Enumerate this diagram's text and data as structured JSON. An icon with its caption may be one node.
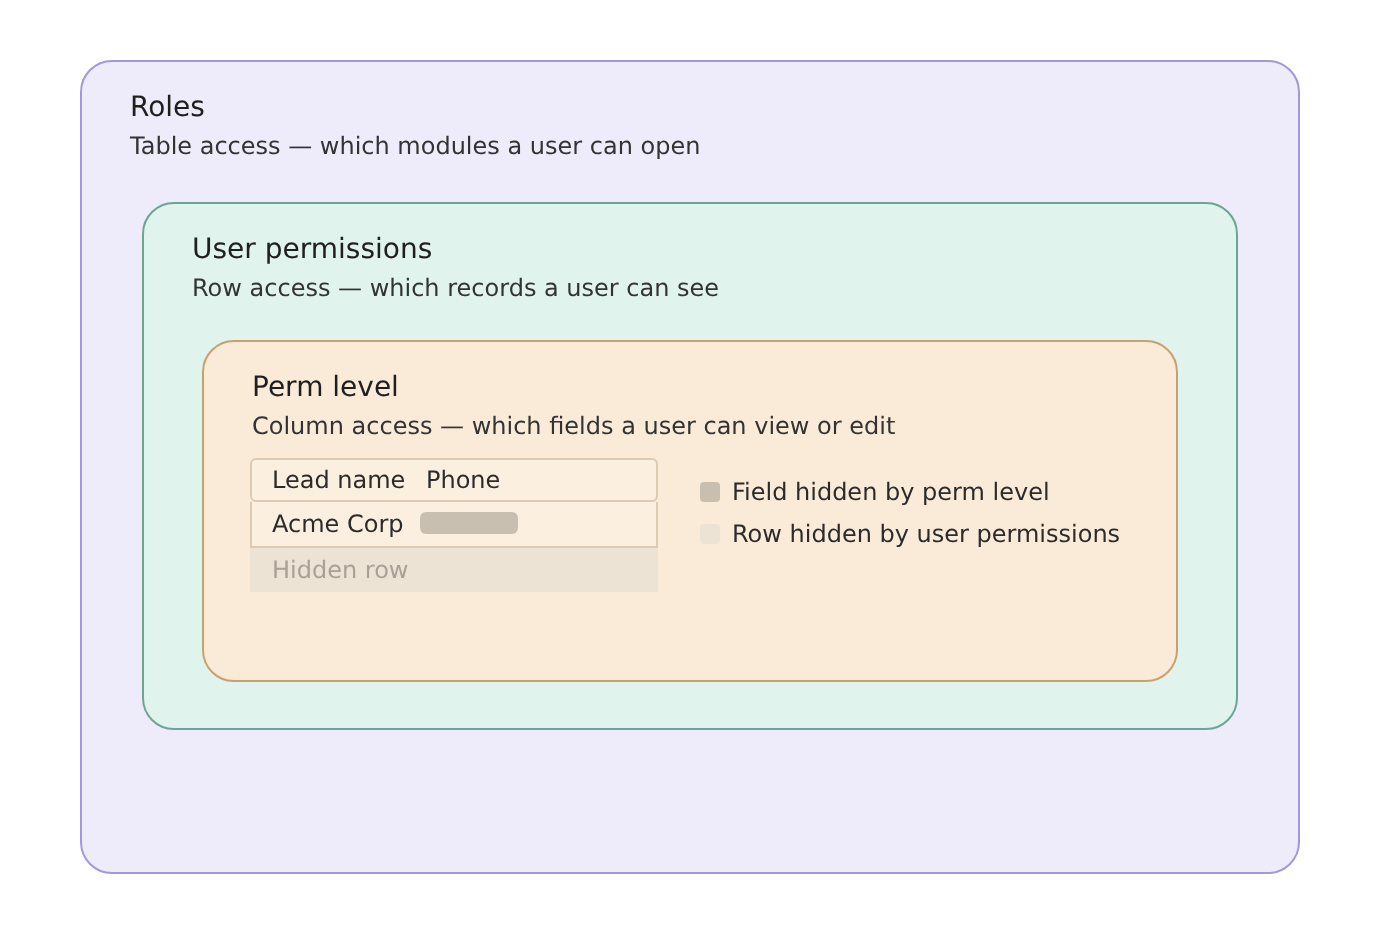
{
  "diagram": {
    "nodes": [
      {
        "text": [
          "Roles",
          "Table access — which modules a user can open"
        ]
      },
      {
        "text": [
          "User permissions",
          "Row access — which records a user can see"
        ],
        "in": 0
      },
      {
        "text": [
          "Perm level",
          "Column access — which fields a user can view or edit"
        ],
        "in": 1
      }
    ],
    "labels": [
      "Lead name",
      "Phone",
      "Acme Corp",
      "Hidden row"
    ],
    "legend": [
      {
        "text": "Field hidden by perm level",
        "color": "#c9bfb0"
      },
      {
        "text": "Row hidden by user permissions",
        "color": "#ede3d5"
      }
    ]
  }
}
